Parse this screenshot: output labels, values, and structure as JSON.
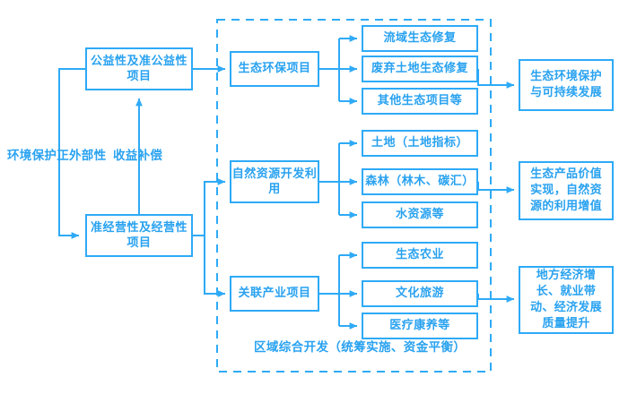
{
  "diagram": {
    "title_caption": "区域综合开发（统筹实施、资金平衡）",
    "colors": {
      "line": "#2eaaf7",
      "text": "#29a2f0",
      "background": "#ffffff",
      "dashed_frame": "#2eaaf7"
    },
    "edge_labels": [
      {
        "id": "externality",
        "text": "环境保护正外部性"
      },
      {
        "id": "compensation",
        "text": "收益补偿"
      }
    ],
    "stage1": [
      {
        "id": "public-welfare",
        "label": "公益性及准公益性项目"
      },
      {
        "id": "quasi-commercial",
        "label": "准经营性及经营性项目"
      }
    ],
    "categories": [
      {
        "id": "eco-protection",
        "label": "生态环保项目",
        "items": [
          {
            "id": "watershed-restoration",
            "label": "流域生态修复"
          },
          {
            "id": "abandoned-land-restoration",
            "label": "废弃土地生态修复"
          },
          {
            "id": "other-eco-projects",
            "label": "其他生态项目等"
          }
        ],
        "outcome": {
          "id": "eco-env-protection",
          "label": "生态环境保护与可持续发展"
        }
      },
      {
        "id": "natural-resources",
        "label": "自然资源开发利用",
        "items": [
          {
            "id": "land-index",
            "label": "土地（土地指标）"
          },
          {
            "id": "forest-carbon",
            "label": "森林（林木、碳汇）"
          },
          {
            "id": "water-resources",
            "label": "水资源等"
          }
        ],
        "outcome": {
          "id": "eco-product-value",
          "label": "生态产品价值实现，自然资源的利用增值"
        }
      },
      {
        "id": "related-industry",
        "label": "关联产业项目",
        "items": [
          {
            "id": "eco-agriculture",
            "label": "生态农业"
          },
          {
            "id": "culture-tourism",
            "label": "文化旅游"
          },
          {
            "id": "medical-wellness",
            "label": "医疗康养等"
          }
        ],
        "outcome": {
          "id": "local-economy",
          "label": "地方经济增长、就业带动、经济发展质量提升"
        }
      }
    ]
  }
}
